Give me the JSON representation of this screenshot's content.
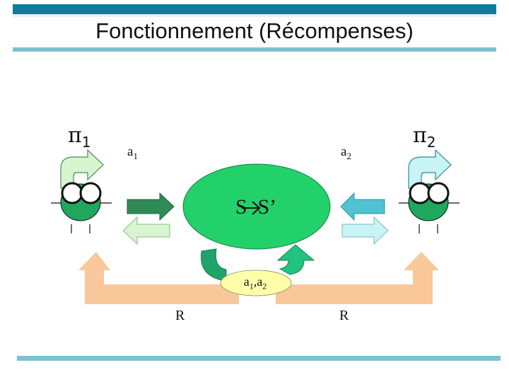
{
  "title": "Fonctionnement (Récompenses)",
  "agents": [
    {
      "policy_symbol": "π",
      "policy_index": "1",
      "action_symbol": "a",
      "action_index": "1"
    },
    {
      "policy_symbol": "π",
      "policy_index": "2",
      "action_symbol": "a",
      "action_index": "2"
    }
  ],
  "transition": {
    "label": "S  S’"
  },
  "joint_action": {
    "label_a": "a",
    "index_1": "1",
    "sep": ",",
    "label_b": "a",
    "index_2": "2"
  },
  "rewards": [
    "R",
    "R"
  ],
  "colors": {
    "header_bar": "#0e7c9a",
    "rule": "#7ec1d0",
    "environment": "#23d16b",
    "agent_body": "#1fa85d",
    "action_arrow_left": "#2f8a56",
    "observation_arrow_left": "#d7f5cf",
    "action_arrow_right": "#4fc3d0",
    "observation_arrow_right": "#c8f3f7",
    "reward": "#f8c89a",
    "joint_action_bubble": "#ffffaa"
  }
}
